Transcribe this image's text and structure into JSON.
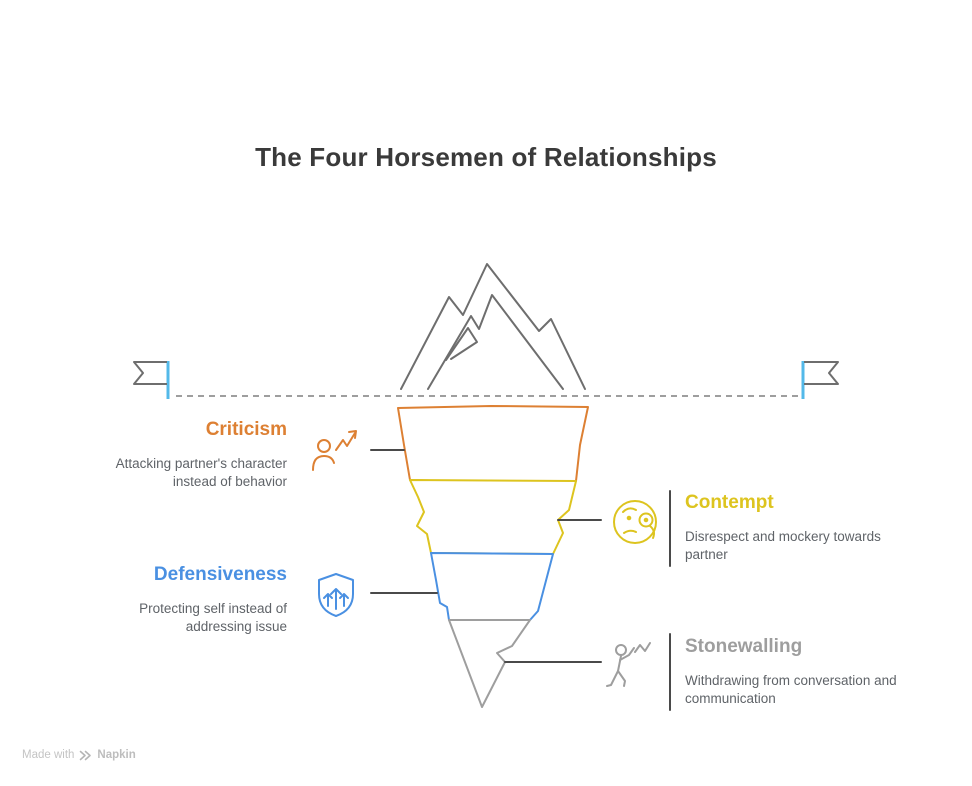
{
  "title": "The Four Horsemen of Relationships",
  "diagram": {
    "type": "iceberg-funnel",
    "peak_icon": "mountain-icon",
    "waterline_style": "dashed",
    "left_marker_icon": "flag-icon",
    "right_marker_icon": "flag-icon"
  },
  "items": [
    {
      "level": 1,
      "label": "Criticism",
      "description": "Attacking partner's character instead of behavior",
      "color": "#DD8033",
      "side": "left",
      "icon": "person-with-rising-arrow-icon"
    },
    {
      "level": 2,
      "label": "Contempt",
      "description": "Disrespect and mockery towards partner",
      "color": "#DDC41F",
      "side": "right",
      "icon": "mocking-face-icon"
    },
    {
      "level": 3,
      "label": "Defensiveness",
      "description": "Protecting self instead of addressing issue",
      "color": "#4A90E2",
      "side": "left",
      "icon": "shield-with-arrows-icon"
    },
    {
      "level": 4,
      "label": "Stonewalling",
      "description": "Withdrawing from conversation and communication",
      "color": "#9E9E9E",
      "side": "right",
      "icon": "person-walking-away-icon"
    }
  ],
  "watermark": {
    "made_with": "Made with",
    "brand": "Napkin",
    "logo_icon": "double-chevron-icon"
  },
  "colors": {
    "title_text": "#3A3A3A",
    "description_text": "#5F6368",
    "mountain_outline": "#6E6E6E",
    "dashed_waterline": "#9E9E9E",
    "flag_outline": "#6E6E6E",
    "flag_pole": "#53B9E9",
    "connector_line": "#4A4A4A",
    "watermark_text": "#C4C4C4",
    "watermark_logo": "#B5B5B5"
  }
}
